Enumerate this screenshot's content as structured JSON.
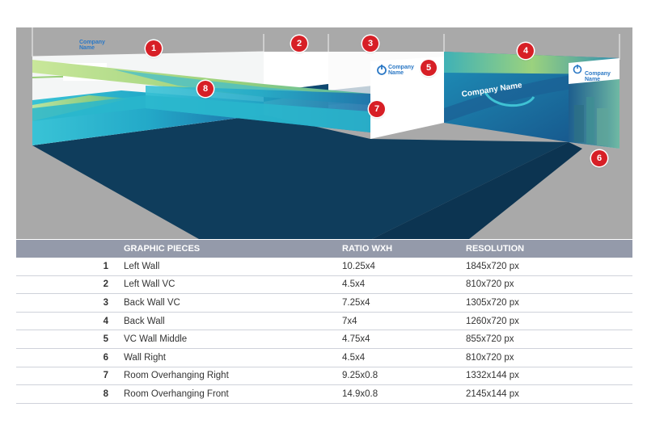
{
  "markers": [
    "1",
    "2",
    "3",
    "4",
    "5",
    "6",
    "7",
    "8"
  ],
  "brand": {
    "company_line1": "Company",
    "company_line2": "Name",
    "company_full": "Company Name"
  },
  "table": {
    "headers": {
      "piece": "GRAPHIC PIECES",
      "ratio": "RATIO WXH",
      "resolution": "RESOLUTION"
    },
    "rows": [
      {
        "num": "1",
        "piece": "Left Wall",
        "ratio": "10.25x4",
        "resolution": "1845x720 px"
      },
      {
        "num": "2",
        "piece": "Left Wall VC",
        "ratio": "4.5x4",
        "resolution": "810x720 px"
      },
      {
        "num": "3",
        "piece": "Back Wall VC",
        "ratio": "7.25x4",
        "resolution": "1305x720 px"
      },
      {
        "num": "4",
        "piece": "Back Wall",
        "ratio": "7x4",
        "resolution": "1260x720 px"
      },
      {
        "num": "5",
        "piece": "VC Wall Middle",
        "ratio": "4.75x4",
        "resolution": "855x720 px"
      },
      {
        "num": "6",
        "piece": "Wall Right",
        "ratio": "4.5x4",
        "resolution": "810x720 px"
      },
      {
        "num": "7",
        "piece": "Room Overhanging Right",
        "ratio": "9.25x0.8",
        "resolution": "1332x144 px"
      },
      {
        "num": "8",
        "piece": "Room Overhanging Front",
        "ratio": "14.9x0.8",
        "resolution": "2145x144 px"
      }
    ]
  }
}
